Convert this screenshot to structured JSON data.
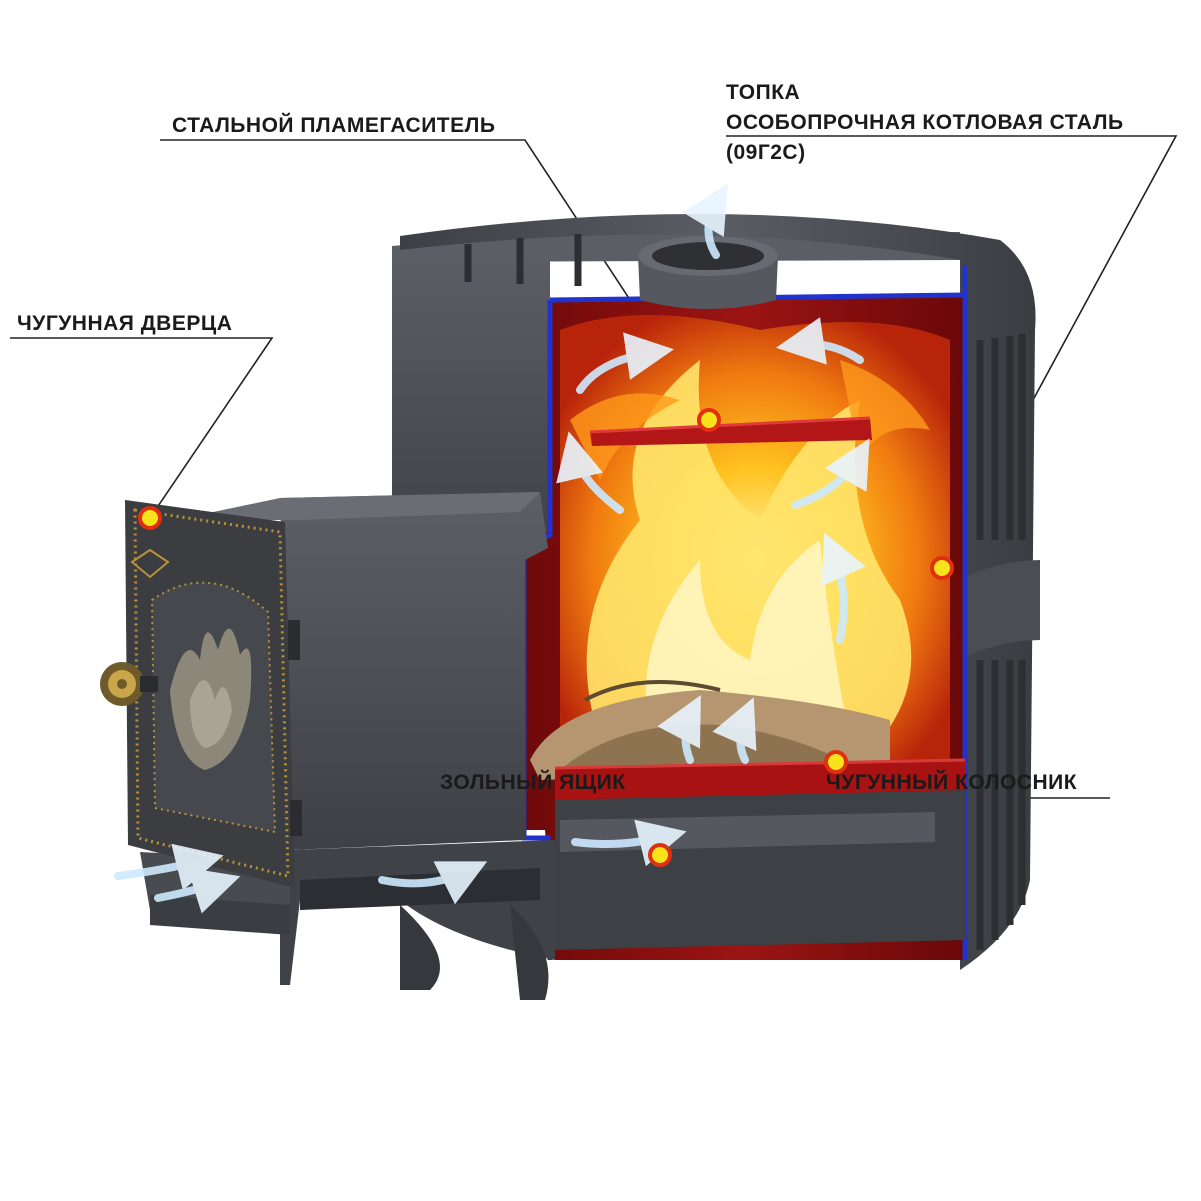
{
  "labels": {
    "firebox_line1": "ТОПКА",
    "firebox_line2": "ОСОБОПРОЧНАЯ КОТЛОВАЯ СТАЛЬ",
    "firebox_line3": "(09Г2С)",
    "flame_damper": "СТАЛЬНОЙ ПЛАМЕГАСИТЕЛЬ",
    "cast_iron_door": "ЧУГУННАЯ ДВЕРЦА",
    "ash_box": "ЗОЛЬНЫЙ ЯЩИК",
    "cast_iron_grate": "ЧУГУННЫЙ КОЛОСНИК"
  },
  "colors": {
    "steel": "#4a4d52",
    "steel_dark": "#34373b",
    "firebox_lining": "#8b1010",
    "cut_edge": "#2233cc",
    "flame_core": "#ffd23a",
    "flame_outer": "#e8530e",
    "marker_fill": "#f7e21c",
    "marker_ring": "#e03010",
    "air_arrow": "#bfe3ff",
    "brass": "#b8923a"
  }
}
